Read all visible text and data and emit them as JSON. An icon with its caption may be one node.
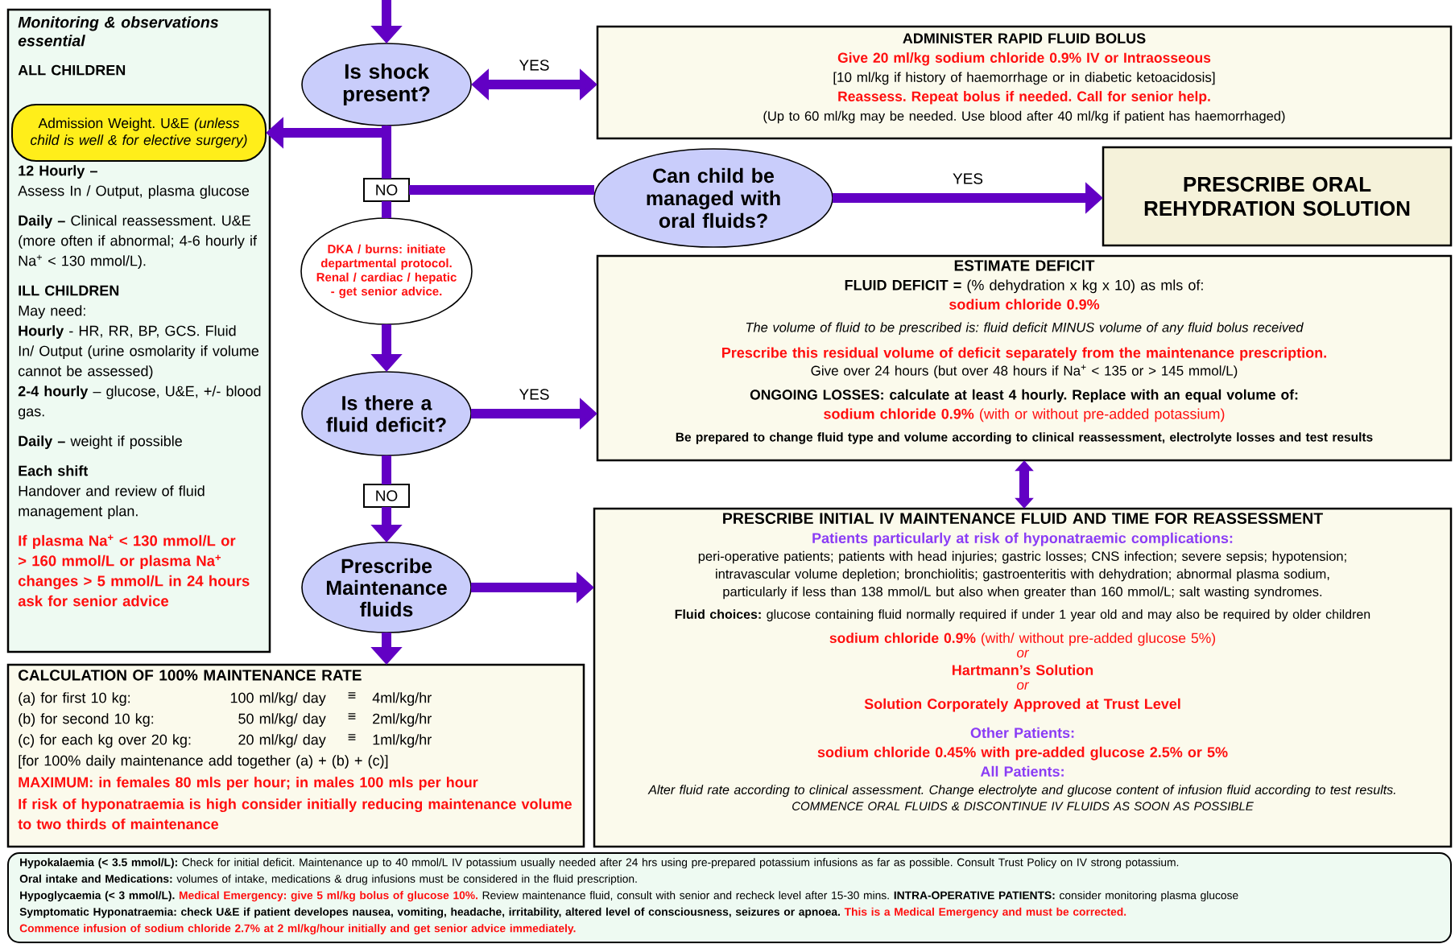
{
  "diagram": {
    "nodes": [
      {
        "text": [
          "Monitoring & observations essential",
          "ALL CHILDREN",
          "12 Hourly –",
          "Assess In / Output, plasma glucose",
          "**Daily –** Clinical reassessment. U&E (more often if abnormal; 4-6 hourly if Na$^{+}$ < 130 mmol/L).",
          "ILL CHILDREN",
          "May need:",
          "**Hourly** - HR, RR, BP, GCS. Fluid In/ Output (urine osmolarity if volume cannot be assessed)",
          "**2-4 hourly** – glucose, U&E, +/- blood gas.",
          "**Daily –** weight if possible",
          "Each shift",
          "Handover and review of fluid management plan.",
          "If plasma Na$^{+}$ < 130 mmol/L or > 160 mmol/L or plasma Na$^{+}$ changes > 5 mmol/L in 24 hours ask for senior advice"
        ]
      },
      {
        "text": [
          "Admission Weight. U&E *(unless child is well & for elective surgery)*"
        ],
        "in": 0
      },
      {
        "text": [
          "Is shock present?"
        ]
      },
      {
        "text": [
          "ADMINISTER RAPID FLUID BOLUS",
          "Give 20 ml/kg sodium chloride 0.9% IV or Intraosseous",
          "[10 ml/kg if history of haemorrhage or in diabetic ketoacidosis]",
          "Reassess. Repeat bolus if needed. Call for senior help.",
          "(Up to 60 ml/kg may be needed. Use blood after 40 ml/kg if patient has haemorrhaged)"
        ]
      },
      {
        "text": [
          "NO"
        ]
      },
      {
        "text": [
          "Can child be managed with oral fluids?"
        ]
      },
      {
        "text": [
          "PRESCRIBE ORAL REHYDRATION SOLUTION"
        ]
      },
      {
        "text": [
          "DKA / burns: initiate departmental protocol. Renal / cardiac / hepatic - get senior advice."
        ]
      },
      {
        "text": [
          "ESTIMATE DEFICIT",
          "**FLUID DEFICIT =** (% dehydration x kg x 10) as mls of:",
          "sodium chloride 0.9%",
          "The volume of fluid to be prescribed is: fluid deficit MINUS volume of any fluid bolus received",
          "Prescribe this residual volume of deficit separately from the maintenance prescription.",
          "Give over 24 hours (but over 48 hours if Na$^{+}$ < 135 or > 145 mmol/L)",
          "ONGOING LOSSES: calculate at least 4 hourly. Replace with an equal volume of:",
          "**sodium chloride 0.9%** (with or without pre-added potassium)",
          "Be prepared to change fluid type and volume according to clinical reassessment, electrolyte losses and test results"
        ]
      },
      {
        "text": [
          "Is there a fluid deficit?"
        ]
      },
      {
        "text": [
          "NO"
        ]
      },
      {
        "text": [
          "PRESCRIBE INITIAL IV MAINTENANCE FLUID AND TIME FOR REASSESSMENT",
          "Patients particularly at risk of hyponatraemic complications:",
          "peri-operative patients; patients with head injuries; gastric losses; CNS infection; severe sepsis; hypotension; intravascular volume depletion; bronchiolitis; gastroenteritis with dehydration; abnormal plasma sodium, particularly if less than 138 mmol/L but also when greater than 160 mmol/L; salt wasting syndromes.",
          "**Fluid choices:** glucose containing fluid normally required if under 1 year old and may also be required by older children",
          "**sodium chloride 0.9%** (with/ without pre-added glucose 5%)",
          "or",
          "Hartmann’s Solution",
          "or",
          "Solution Corporately Approved at Trust Level",
          "Other Patients:",
          "sodium chloride 0.45% with pre-added glucose 2.5% or 5%",
          "All Patients:",
          "Alter fluid rate according to clinical assessment. Change electrolyte and glucose content of infusion fluid according to test results.",
          "COMMENCE ORAL FLUIDS & DISCONTINUE IV FLUIDS AS SOON AS POSSIBLE"
        ]
      },
      {
        "text": [
          "Prescribe Maintenance fluids"
        ]
      },
      {
        "text": [
          "CALCULATION OF 100% MAINTENANCE RATE",
          "(a) for first 10 kg:",
          "100 ml/kg/ day",
          "≡",
          "4ml/kg/hr",
          "(b) for second 10 kg:",
          "50 ml/kg/ day",
          "≡",
          "2ml/kg/hr",
          "(c) for each kg over 20 kg:",
          "20 ml/kg/ day",
          "≡",
          "1ml/kg/hr",
          "[for 100% daily maintenance add together (a) + (b) + (c)]",
          "MAXIMUM: in females 80 mls per hour; in males 100 mls per hour",
          "If risk of hyponatraemia is high consider initially reducing maintenance volume to two thirds of maintenance"
        ]
      },
      {
        "text": [
          "**Hypokalaemia (< 3.5 mmol/L):** Check for initial deficit. Maintenance up to 40 mmol/L IV potassium usually needed after 24 hrs using pre-prepared potassium infusions as far as possible. Consult Trust Policy on IV strong potassium.",
          "**Oral intake and Medications:** volumes of intake, medications & drug infusions must be considered in the fluid prescription.",
          "Hypoglycaemia (< 3 mmol/L).",
          "Medical Emergency: give 5 ml/kg bolus of glucose 10%.",
          "Review maintenance fluid, consult with senior and recheck level after 15-30 mins. **INTRA-OPERATIVE PATIENTS:** consider monitoring plasma glucose",
          "Symptomatic Hyponatraemia: check U&E if patient developes nausea, vomiting, headache, irritability, altered level of consciousness, seizures or apnoea.",
          "This is a Medical Emergency and must be corrected.",
          "Commence infusion of sodium chloride 2.7% at 2 ml/kg/hour initially and get senior advice immediately."
        ]
      }
    ],
    "edges": [
      {
        "from": null,
        "to": 2,
        "arrow": "to"
      },
      {
        "from": 2,
        "to": 3,
        "arrow": "both",
        "label": "YES"
      },
      {
        "from": 2,
        "to": 1,
        "arrow": "to"
      },
      {
        "from": 2,
        "to": 4,
        "arrow": "none"
      },
      {
        "from": 4,
        "to": 5,
        "arrow": "none"
      },
      {
        "from": 5,
        "to": 6,
        "arrow": "to",
        "label": "YES"
      },
      {
        "from": 4,
        "to": 7,
        "arrow": "none"
      },
      {
        "from": 7,
        "to": 9,
        "arrow": "to"
      },
      {
        "from": 9,
        "to": 8,
        "arrow": "to",
        "label": "YES"
      },
      {
        "from": 8,
        "to": 11,
        "arrow": "both"
      },
      {
        "from": 9,
        "to": 10,
        "arrow": "none"
      },
      {
        "from": 10,
        "to": 12,
        "arrow": "to"
      },
      {
        "from": 12,
        "to": 11,
        "arrow": "to"
      },
      {
        "from": 12,
        "to": 13,
        "arrow": "to"
      }
    ]
  }
}
